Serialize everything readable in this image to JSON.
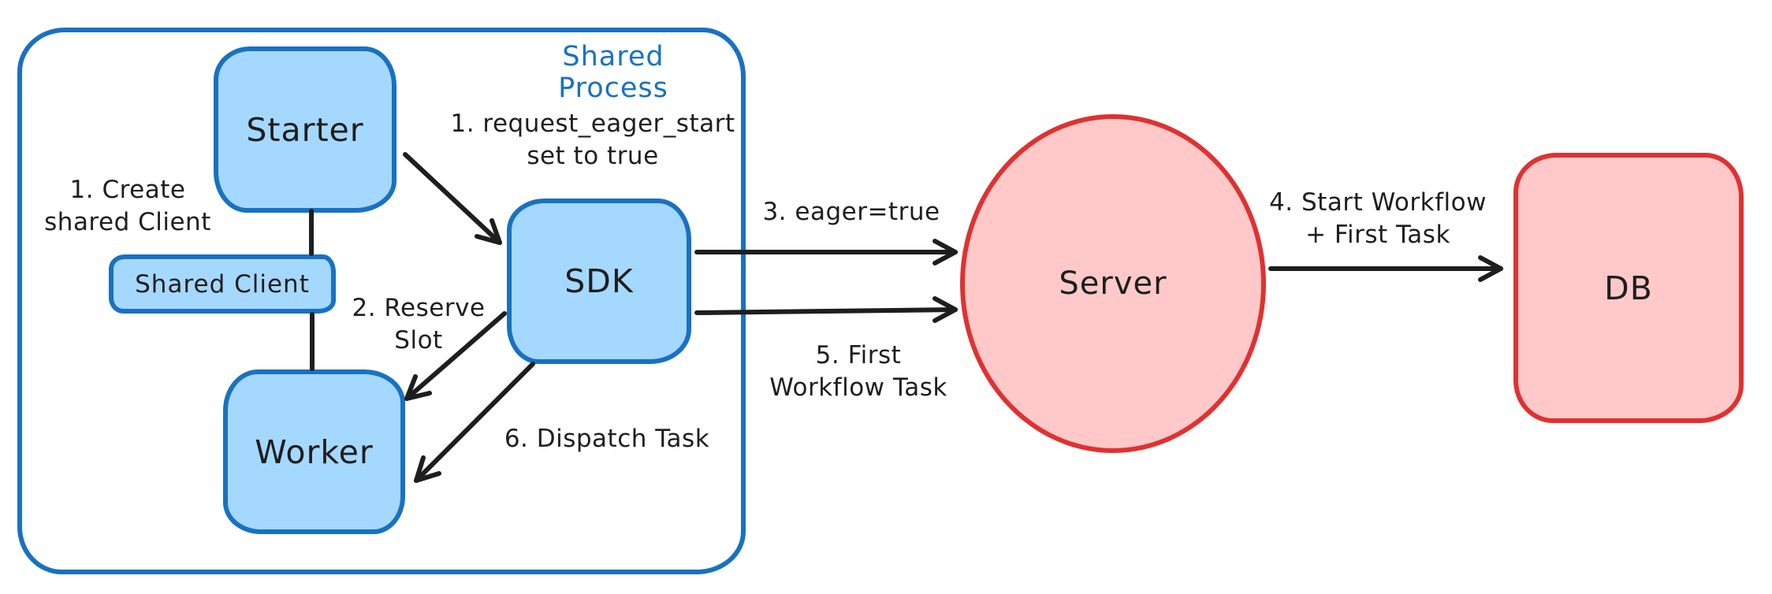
{
  "container": {
    "label": "Shared Process"
  },
  "nodes": {
    "starter": {
      "label": "Starter"
    },
    "shared_client": {
      "label": "Shared Client"
    },
    "worker": {
      "label": "Worker"
    },
    "sdk": {
      "label": "SDK"
    },
    "server": {
      "label": "Server"
    },
    "db": {
      "label": "DB"
    }
  },
  "edge_labels": {
    "create_shared_client": "1. Create\nshared Client",
    "request_eager_start": "1. request_eager_start\nset to true",
    "reserve_slot": "2. Reserve\nSlot",
    "eager_true": "3. eager=true",
    "start_workflow_first_task": "4. Start Workflow\n+ First Task",
    "first_workflow_task": "5. First\nWorkflow Task",
    "dispatch_task": "6. Dispatch Task"
  },
  "colors": {
    "blue_stroke": "#1971c2",
    "blue_fill": "#a5d8ff",
    "red_stroke": "#e03131",
    "red_fill": "#ffc9c9",
    "ink": "#1e1e1e",
    "background": "#ffffff"
  }
}
